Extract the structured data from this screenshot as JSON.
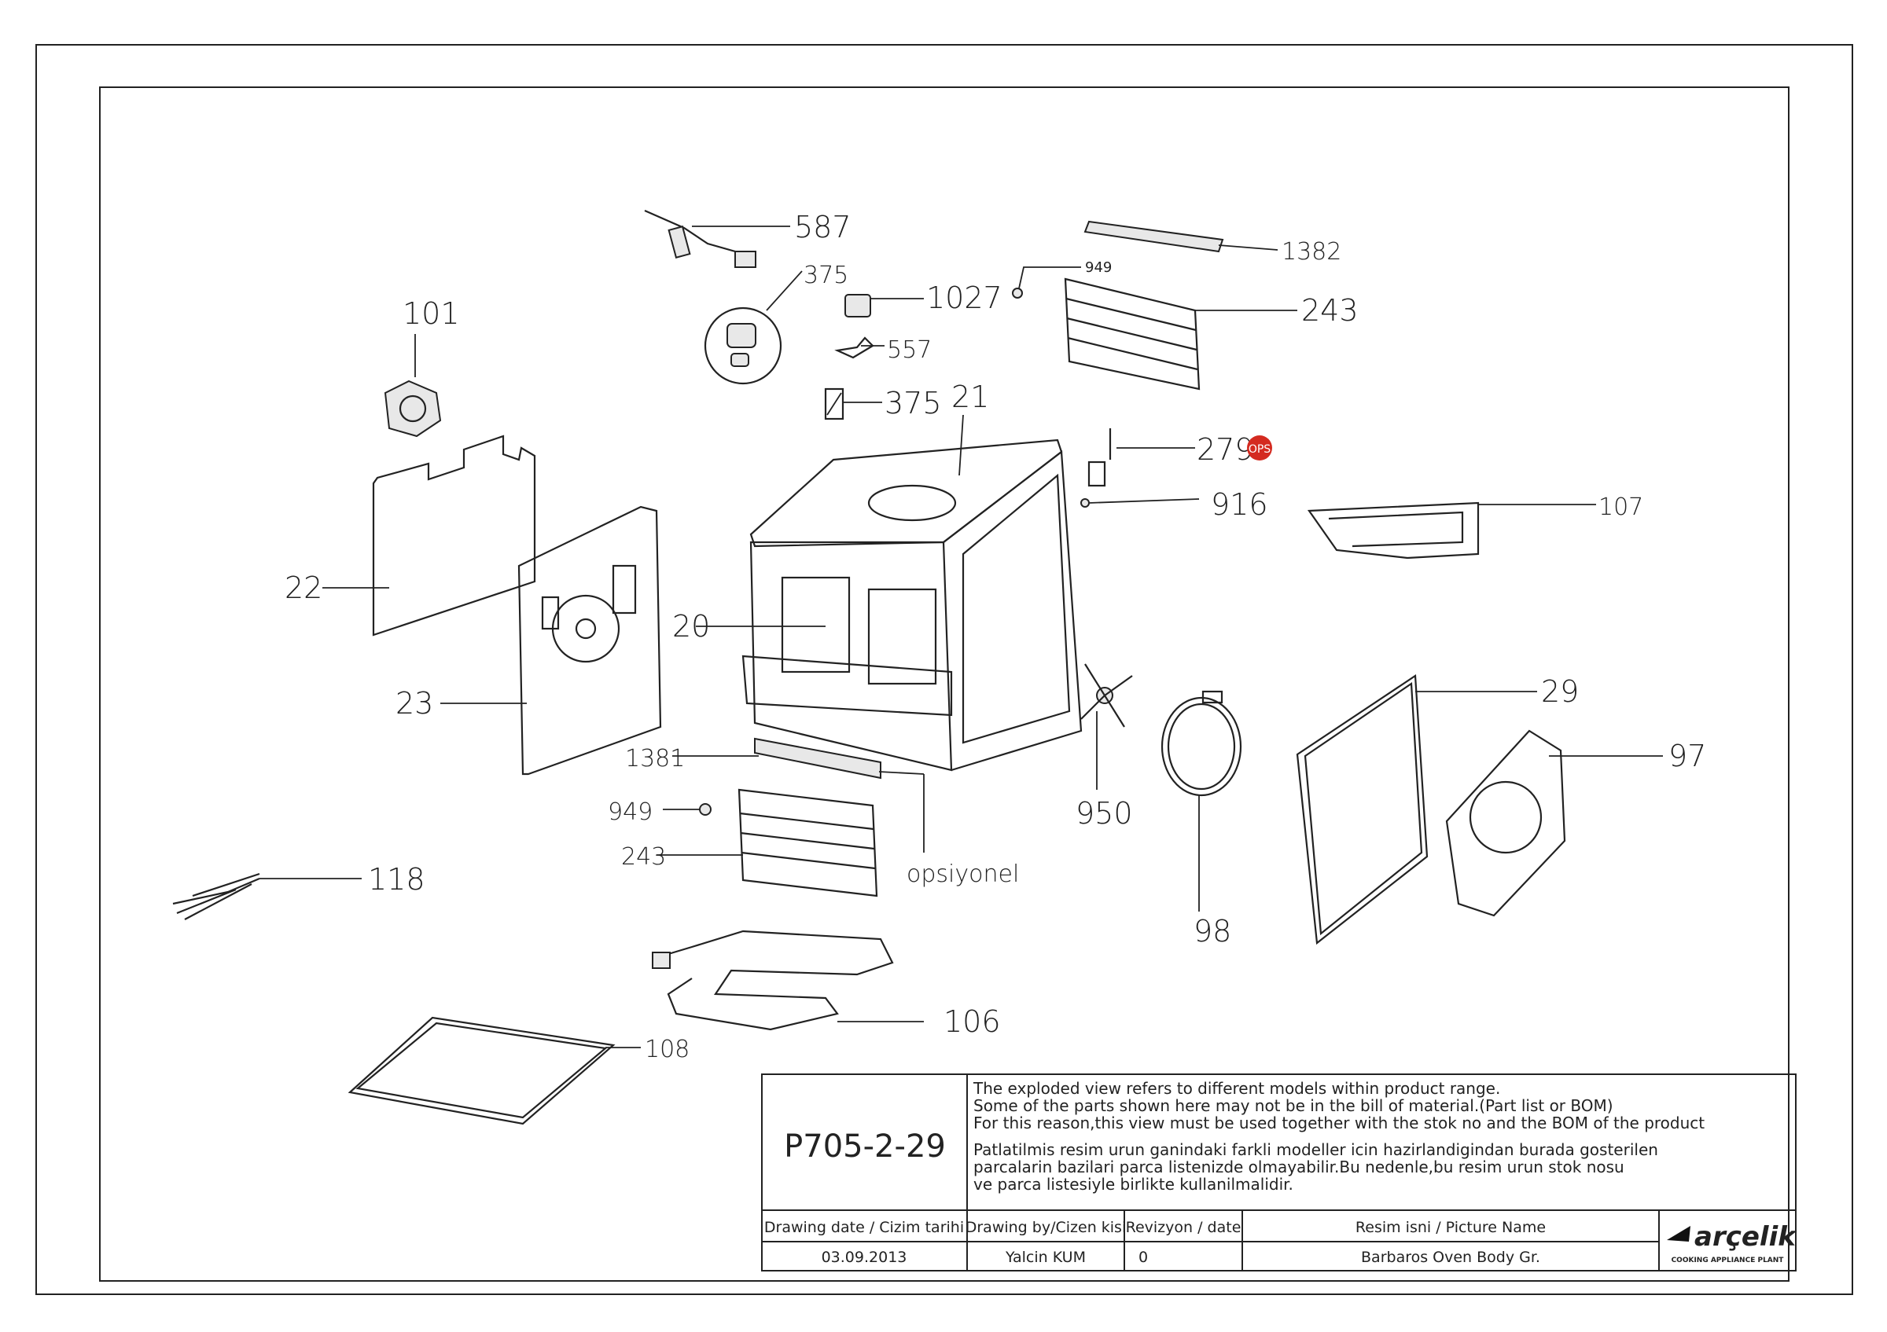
{
  "labels": {
    "l587": "587",
    "l375a": "375",
    "l1027": "1027",
    "l557": "557",
    "l375b": "375",
    "l101": "101",
    "l22": "22",
    "l23": "23",
    "l20": "20",
    "l21": "21",
    "l1382": "1382",
    "l949a": "949",
    "l243a": "243",
    "l279": "279",
    "ops": "OPS",
    "l916": "916",
    "l107": "107",
    "l29": "29",
    "l97": "97",
    "l98": "98",
    "l950": "950",
    "l1381": "1381",
    "l949b": "949",
    "l243b": "243",
    "opsiyonel": "opsiyonel",
    "l118": "118",
    "l106": "106",
    "l108": "108"
  },
  "title_block": {
    "code": "P705-2-29",
    "notes_en": [
      "The exploded view refers to different models within product range.",
      "Some of the parts shown here may not be in the bill of material.(Part list or BOM)",
      "For this reason,this view must be used together with the stok no and the BOM of the product"
    ],
    "notes_tr": [
      "Patlatilmis resim urun ganindaki farkli modeller icin hazirlandigindan burada gosterilen",
      "parcalarin bazilari parca listenizde olmayabilir.Bu nedenle,bu resim urun stok nosu",
      "ve parca listesiyle birlikte kullanilmalidir."
    ],
    "h_date": "Drawing date / Cizim tarihi",
    "h_by": "Drawing by/Cizen kisi",
    "h_rev": "Revizyon / date",
    "h_name": "Resim isni / Picture Name",
    "v_date": "03.09.2013",
    "v_by": "Yalcin KUM",
    "v_rev": "0",
    "v_name": "Barbaros Oven Body Gr.",
    "brand": "arçelik",
    "plant": "COOKING APPLIANCE PLANT"
  },
  "colors": {
    "ops_badge": "#d42a20",
    "line": "#222222"
  }
}
